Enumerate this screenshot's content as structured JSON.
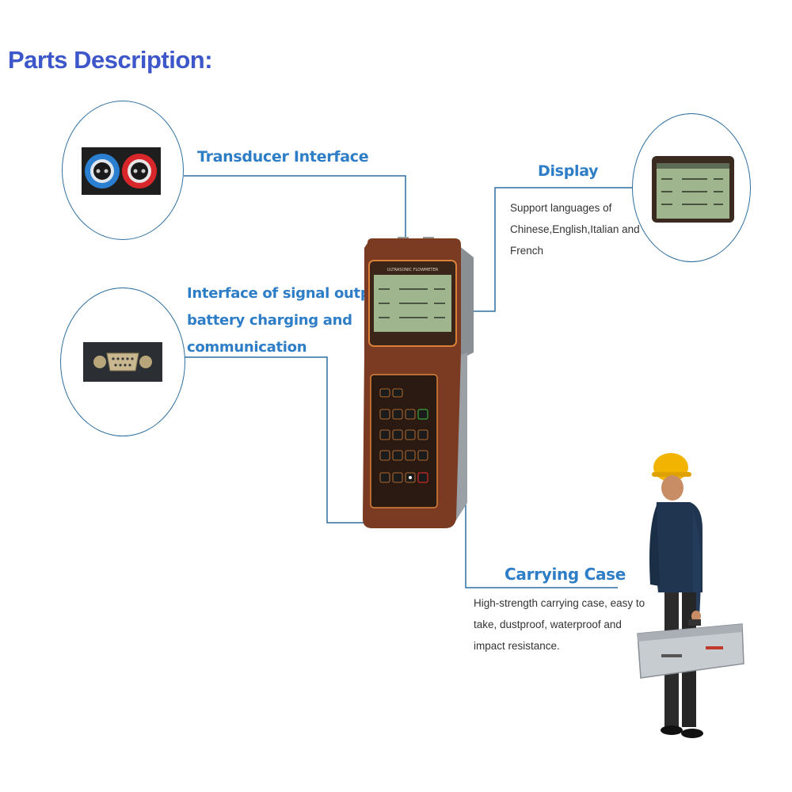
{
  "title": "Parts Description:",
  "parts": {
    "transducer": {
      "label": "Transducer Interface"
    },
    "display": {
      "label": "Display",
      "description": [
        "Support languages of",
        "Chinese,English,Italian and",
        "French"
      ]
    },
    "signal": {
      "label_lines": [
        "Interface of signal output,",
        "battery charging and",
        "communication"
      ]
    },
    "carrying_case": {
      "label": "Carrying Case",
      "description": [
        "High-strength carrying case, easy to",
        "take, dustproof, waterproof and",
        "impact resistance."
      ]
    }
  },
  "device": {
    "header_text": "ULTRASONIC FLOWMETER"
  },
  "colors": {
    "title": "#3d56c9",
    "label": "#2e7dc7",
    "line": "#2f6f9f",
    "device_body": "#7a3b22",
    "device_accent": "#d9813a",
    "lcd": "#9fb58e"
  }
}
